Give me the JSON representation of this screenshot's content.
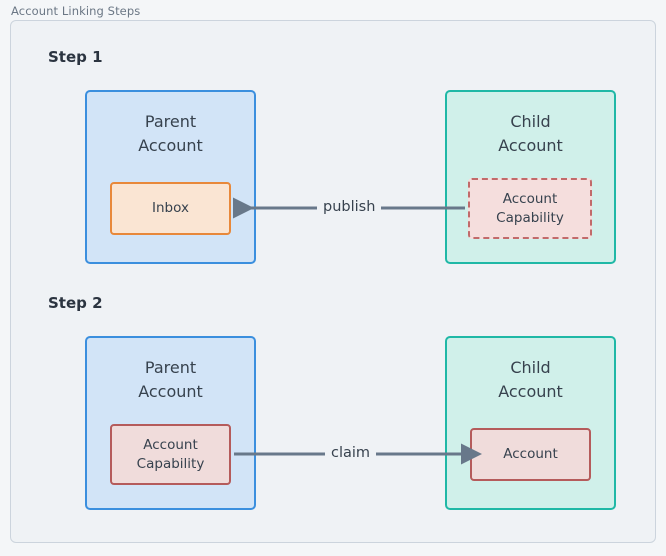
{
  "figure": {
    "caption": "Account Linking Steps",
    "background_color": "#f4f6f8",
    "frame_color": "#ccd4dd",
    "frame_fill": "#eff2f5"
  },
  "colors": {
    "parent_border": "#3b8fde",
    "parent_fill": "#d2e4f7",
    "child_border": "#1fb8a6",
    "child_fill": "#d0f0ea",
    "inbox_border": "#e8883a",
    "inbox_fill": "#fae5d3",
    "capability_dashed_border": "#c26a6a",
    "capability_dashed_fill": "#f5dedd",
    "capability_solid_border": "#b55b5b",
    "capability_solid_fill": "#f0dcdb",
    "arrow": "#68788a",
    "text": "#37424e",
    "step_text": "#2b3440",
    "caption_text": "#6b7785"
  },
  "steps": [
    {
      "label": "Step 1",
      "parent": {
        "title": "Parent\nAccount",
        "inner": {
          "label": "Inbox",
          "style": "inbox"
        }
      },
      "child": {
        "title": "Child\nAccount",
        "inner": {
          "label": "Account\nCapability",
          "style": "capability-dashed"
        }
      },
      "arrow": {
        "label": "publish",
        "direction": "left"
      }
    },
    {
      "label": "Step 2",
      "parent": {
        "title": "Parent\nAccount",
        "inner": {
          "label": "Account\nCapability",
          "style": "capability-solid"
        }
      },
      "child": {
        "title": "Child\nAccount",
        "inner": {
          "label": "Account",
          "style": "account-solid"
        }
      },
      "arrow": {
        "label": "claim",
        "direction": "right"
      }
    }
  ]
}
